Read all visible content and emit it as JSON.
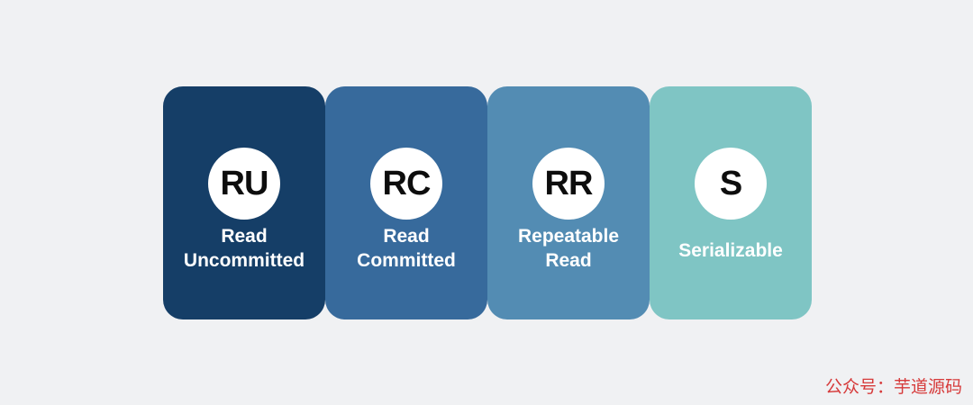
{
  "levels": [
    {
      "abbr": "RU",
      "name": "Read\nUncommitted",
      "color": "#153e67"
    },
    {
      "abbr": "RC",
      "name": "Read\nCommitted",
      "color": "#376a9c"
    },
    {
      "abbr": "RR",
      "name": "Repeatable\nRead",
      "color": "#538cb3"
    },
    {
      "abbr": "S",
      "name": "Serializable",
      "color": "#7fc5c4"
    }
  ],
  "watermark": "公众号：芋道源码"
}
